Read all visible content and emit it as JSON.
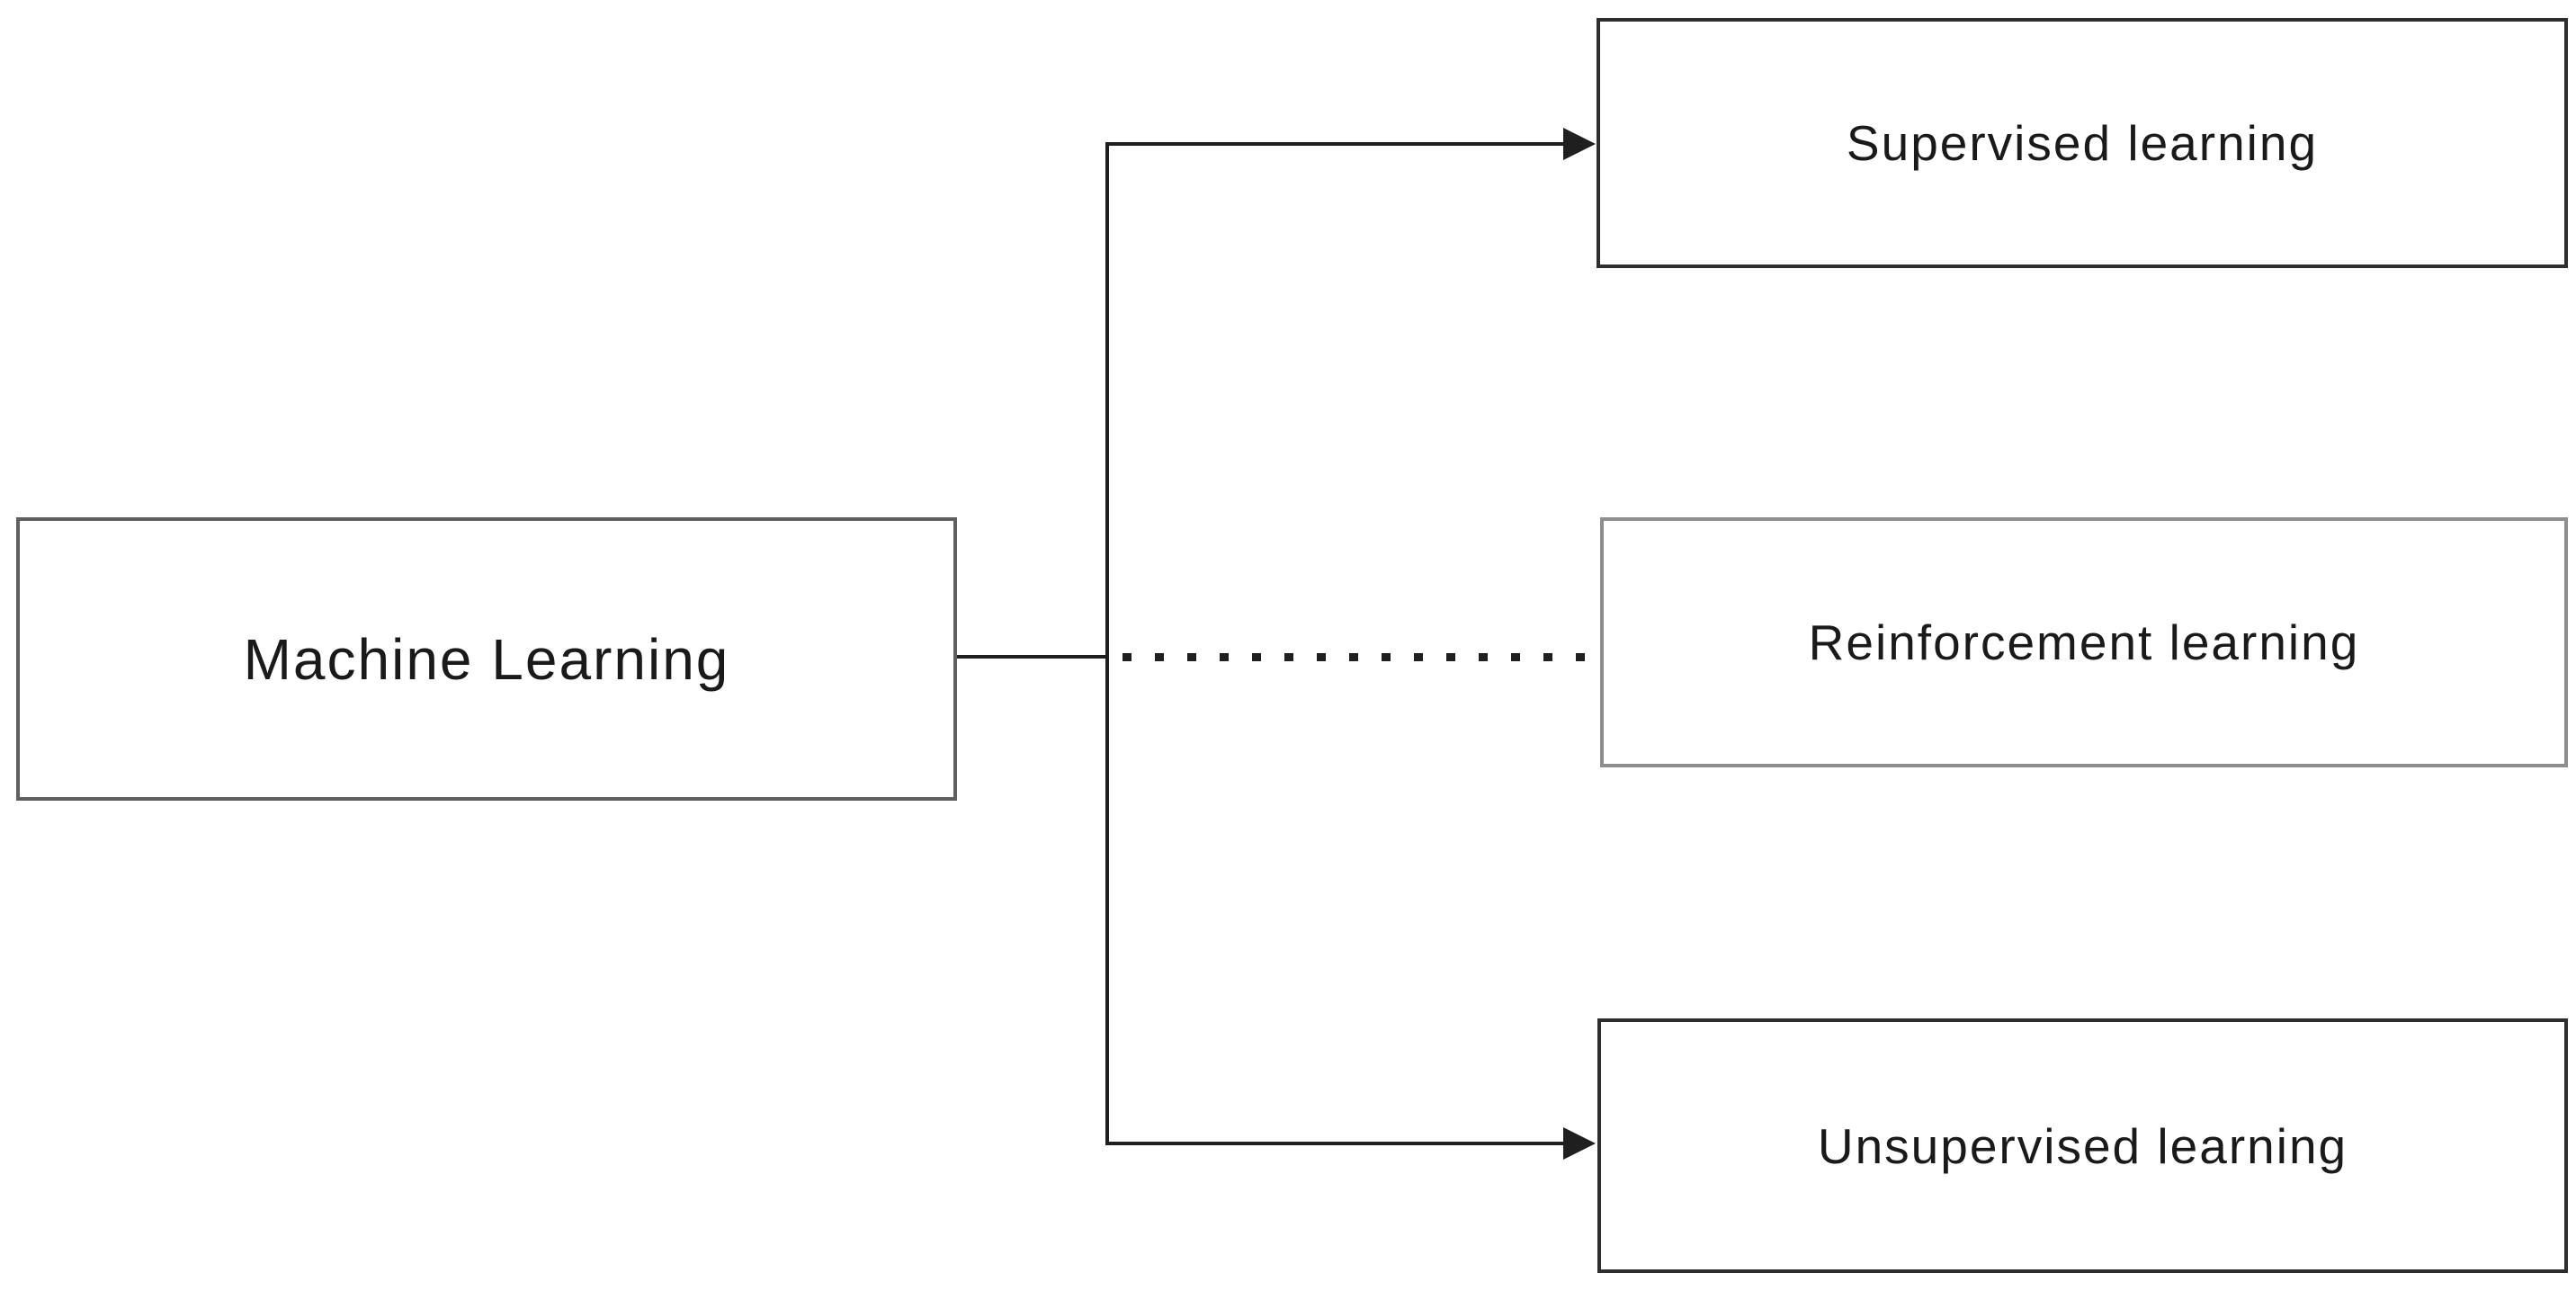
{
  "diagram": {
    "type": "flowchart",
    "nodes": {
      "root": {
        "label": "Machine Learning"
      },
      "supervised": {
        "label": "Supervised learning"
      },
      "reinforcement": {
        "label": "Reinforcement learning"
      },
      "unsupervised": {
        "label": "Unsupervised learning"
      }
    },
    "connectors": [
      {
        "from": "root",
        "to": "supervised",
        "style": "solid",
        "arrowhead": true
      },
      {
        "from": "root",
        "to": "reinforcement",
        "style": "dotted",
        "arrowhead": false
      },
      {
        "from": "root",
        "to": "unsupervised",
        "style": "solid",
        "arrowhead": true
      }
    ],
    "colors": {
      "background": "#ffffff",
      "line": "#1f1f1f",
      "text": "#1a1a1a",
      "box_border_dark": "#2e2e2e",
      "box_border_medium": "#5f5f5f",
      "box_border_light": "#8e8e8e"
    }
  }
}
